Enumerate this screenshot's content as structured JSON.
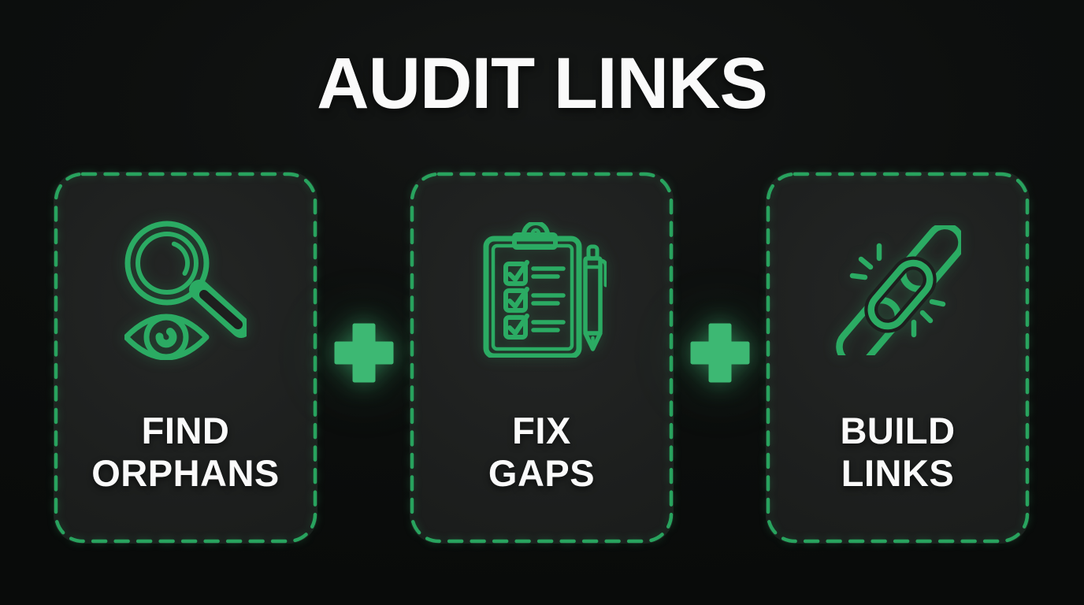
{
  "title": "AUDIT LINKS",
  "cards": [
    {
      "icon": "magnifier-eye-icon",
      "label_line1": "FIND",
      "label_line2": "ORPHANS"
    },
    {
      "icon": "clipboard-checklist-pen-icon",
      "label_line1": "FIX",
      "label_line2": "GAPS"
    },
    {
      "icon": "chain-links-icon",
      "label_line1": "BUILD",
      "label_line2": "LINKS"
    }
  ],
  "separators": [
    {
      "icon": "plus-icon"
    },
    {
      "icon": "plus-icon"
    }
  ],
  "colors": {
    "background": "#0c0e0d",
    "card_background": "#1d1f1e",
    "dash_green": "#28a35e",
    "icon_green": "#2bab63",
    "plus_green": "#3db873",
    "text_white": "#fafafa"
  }
}
